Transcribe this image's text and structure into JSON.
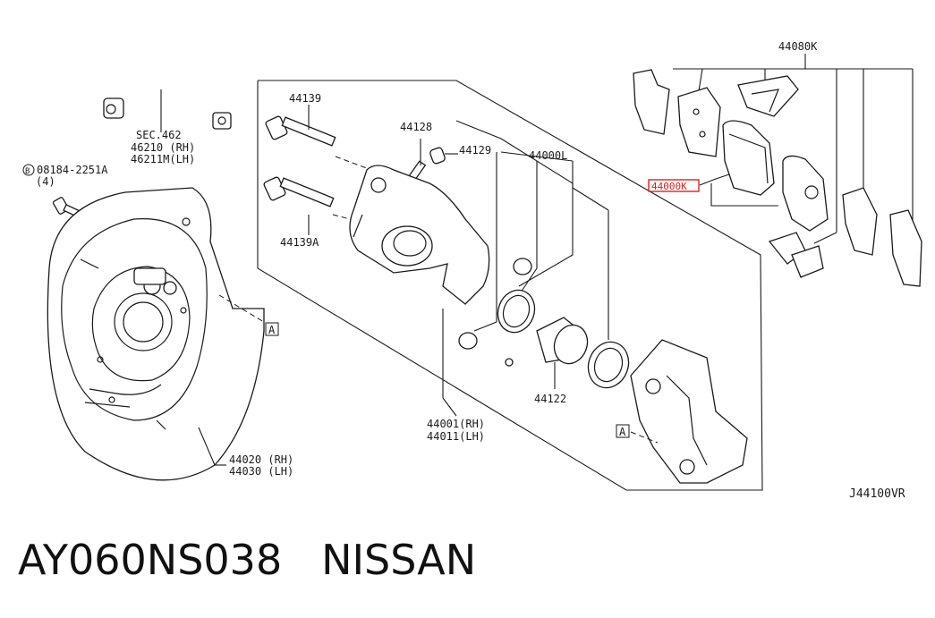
{
  "diagram": {
    "labels": {
      "sec462": "SEC.462",
      "hose_rh": "46210 (RH)",
      "hose_lh": "46211M(LH)",
      "bolt_circle": "B",
      "bolt_code": "08184-2251A",
      "bolt_qty": "(4)",
      "pin_upper": "44139",
      "pin_lower": "44139A",
      "bleeder": "44128",
      "bleeder_cap": "44129",
      "seal_kit": "44000L",
      "pad_kit": "44080K",
      "pads": "44000K",
      "piston": "44122",
      "caliper_rh": "44001(RH)",
      "caliper_lh": "44011(LH)",
      "plate_rh": "44020 (RH)",
      "plate_lh": "44030 (LH)",
      "ref_a": "A",
      "ref_a2": "A",
      "diagram_id": "J44100VR"
    },
    "highlight_color": "#e0201c"
  },
  "caption": "AY060NS038   NISSAN"
}
